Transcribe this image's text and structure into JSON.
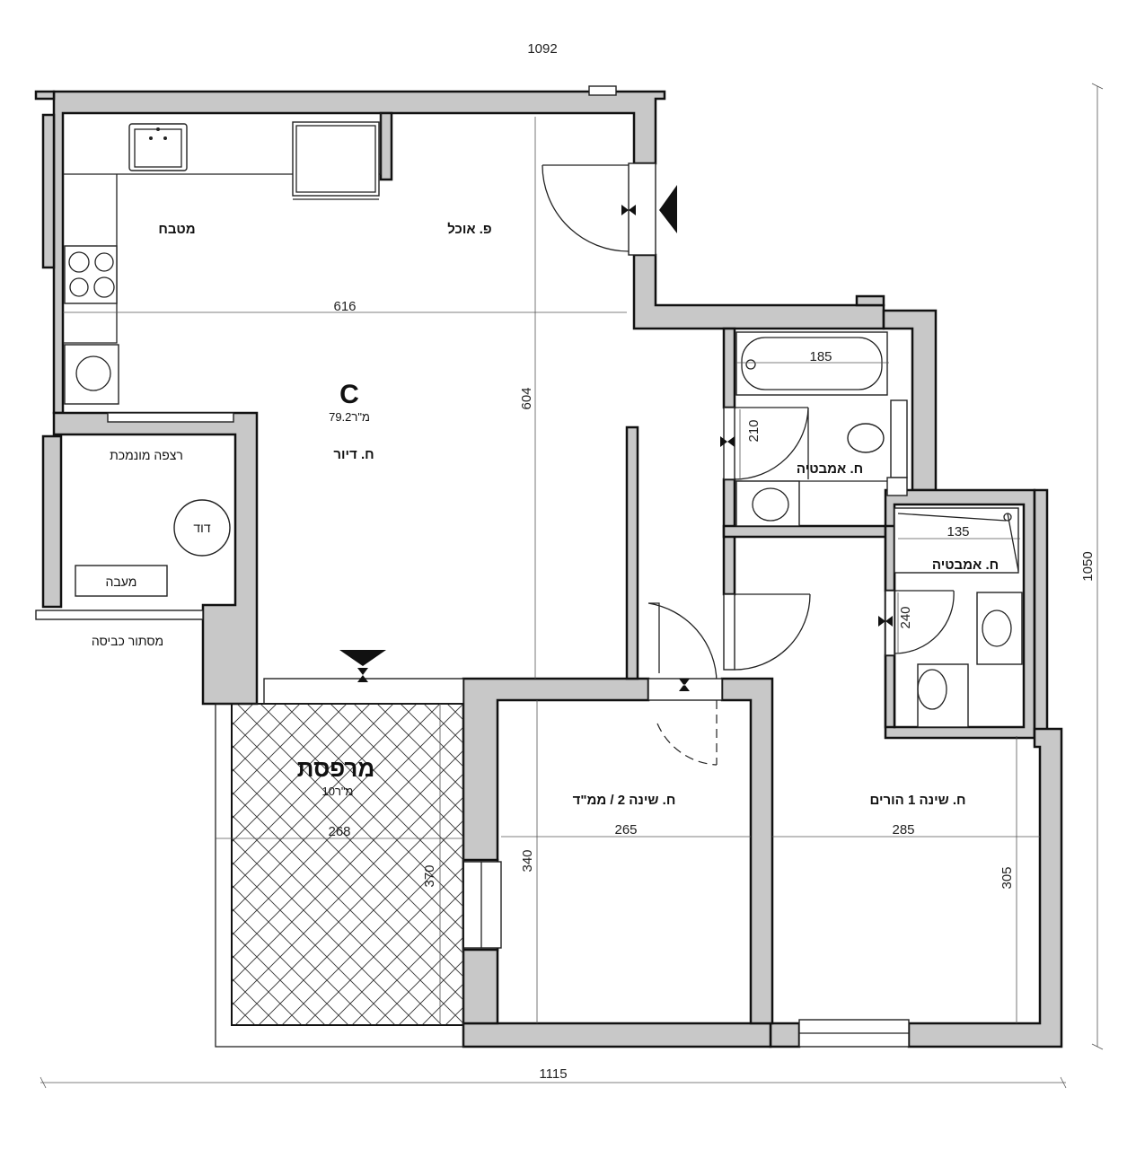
{
  "apartment": {
    "type_letter": "C",
    "area": "79.2מ\"ר"
  },
  "dimensions": {
    "overall_top": "1092",
    "overall_bottom": "1115",
    "overall_right": "1050",
    "living_width": "616",
    "living_height": "604",
    "bath1_tub": "185",
    "bath1_door": "210",
    "bath2_shower": "135",
    "bath2_door": "240",
    "bedroom2_width": "265",
    "bedroom2_height": "340",
    "master_width": "285",
    "master_height": "305",
    "balcony_width": "268",
    "balcony_height": "370"
  },
  "rooms": {
    "kitchen": "מטבח",
    "dining": "פ. אוכל",
    "living": "ח. דיור",
    "bath1": "ח. אמבטיה",
    "bath2": "ח. אמבטיה",
    "service_floor": "רצפה מונמכת",
    "boiler": "דוד",
    "duct": "מעבה",
    "laundry_screen": "מסתור כביסה",
    "balcony": "מרפסת",
    "balcony_area": "10מ\"ר",
    "bedroom2": "ח. שינה 2 / ממ\"ד",
    "master": "ח. שינה 1 הורים"
  },
  "colors": {
    "wall_fill": "#c8c8c8",
    "line": "#111111"
  }
}
